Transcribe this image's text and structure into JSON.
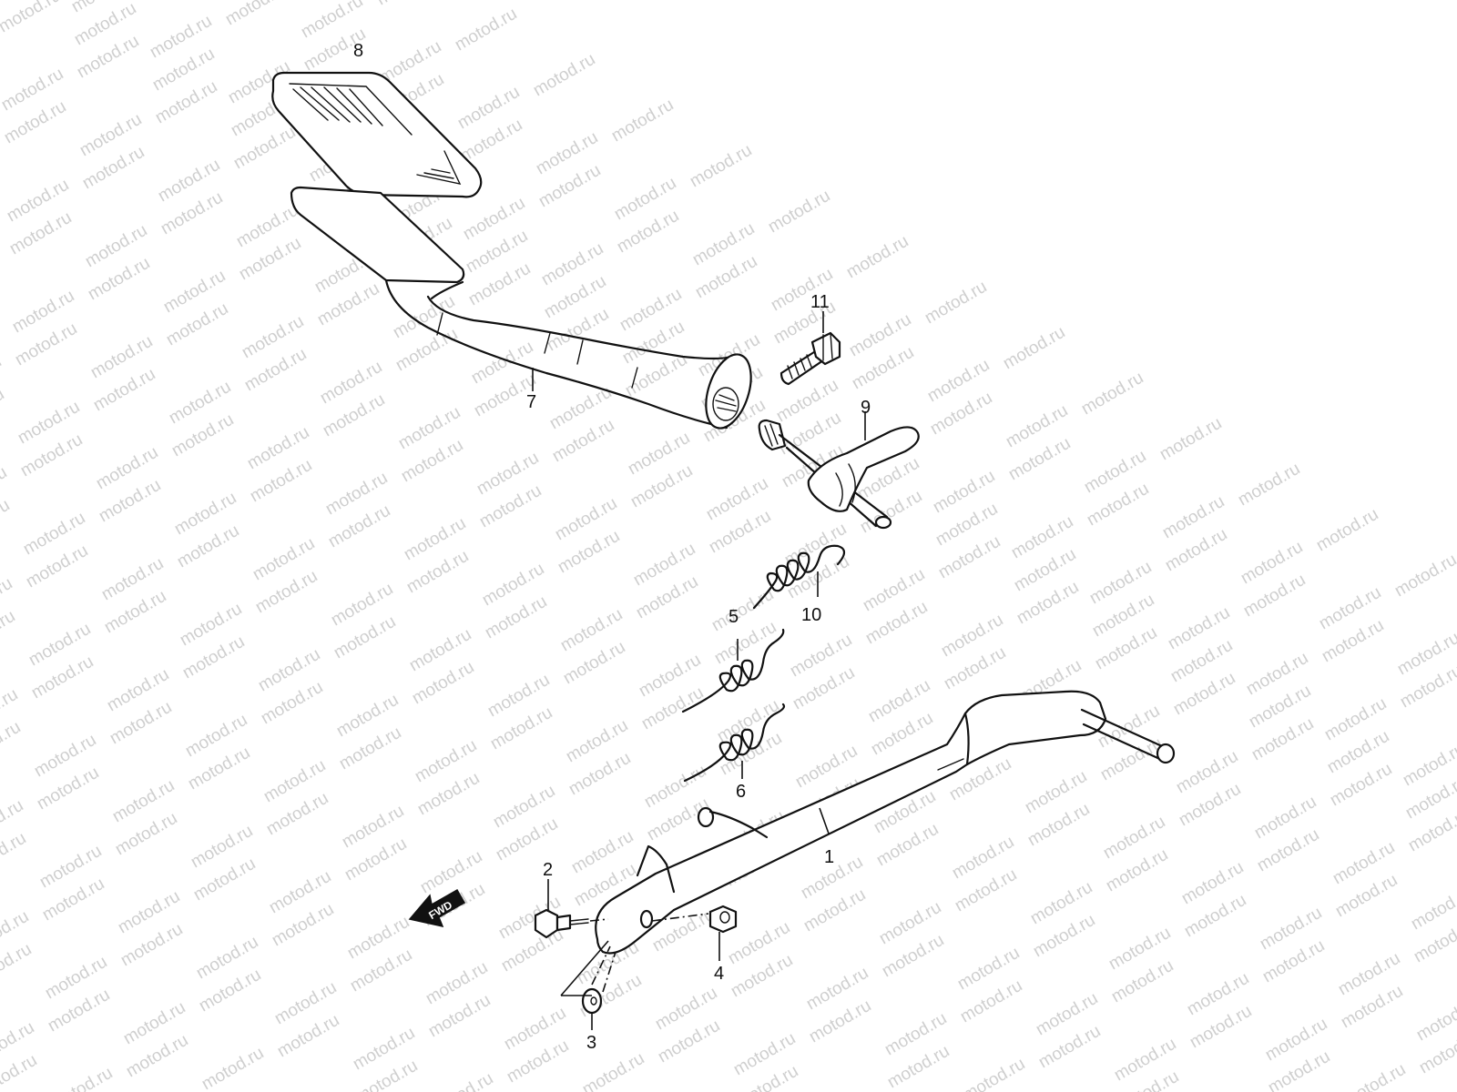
{
  "watermark": {
    "text": "motod.ru",
    "color": "#cfcfcf"
  },
  "direction_marker": {
    "label": "FWD",
    "icon": "arrow-left-icon"
  },
  "callouts": {
    "c1": "1",
    "c2": "2",
    "c3": "3",
    "c4": "4",
    "c5": "5",
    "c6": "6",
    "c7": "7",
    "c8": "8",
    "c9": "9",
    "c10": "10",
    "c11": "11"
  }
}
